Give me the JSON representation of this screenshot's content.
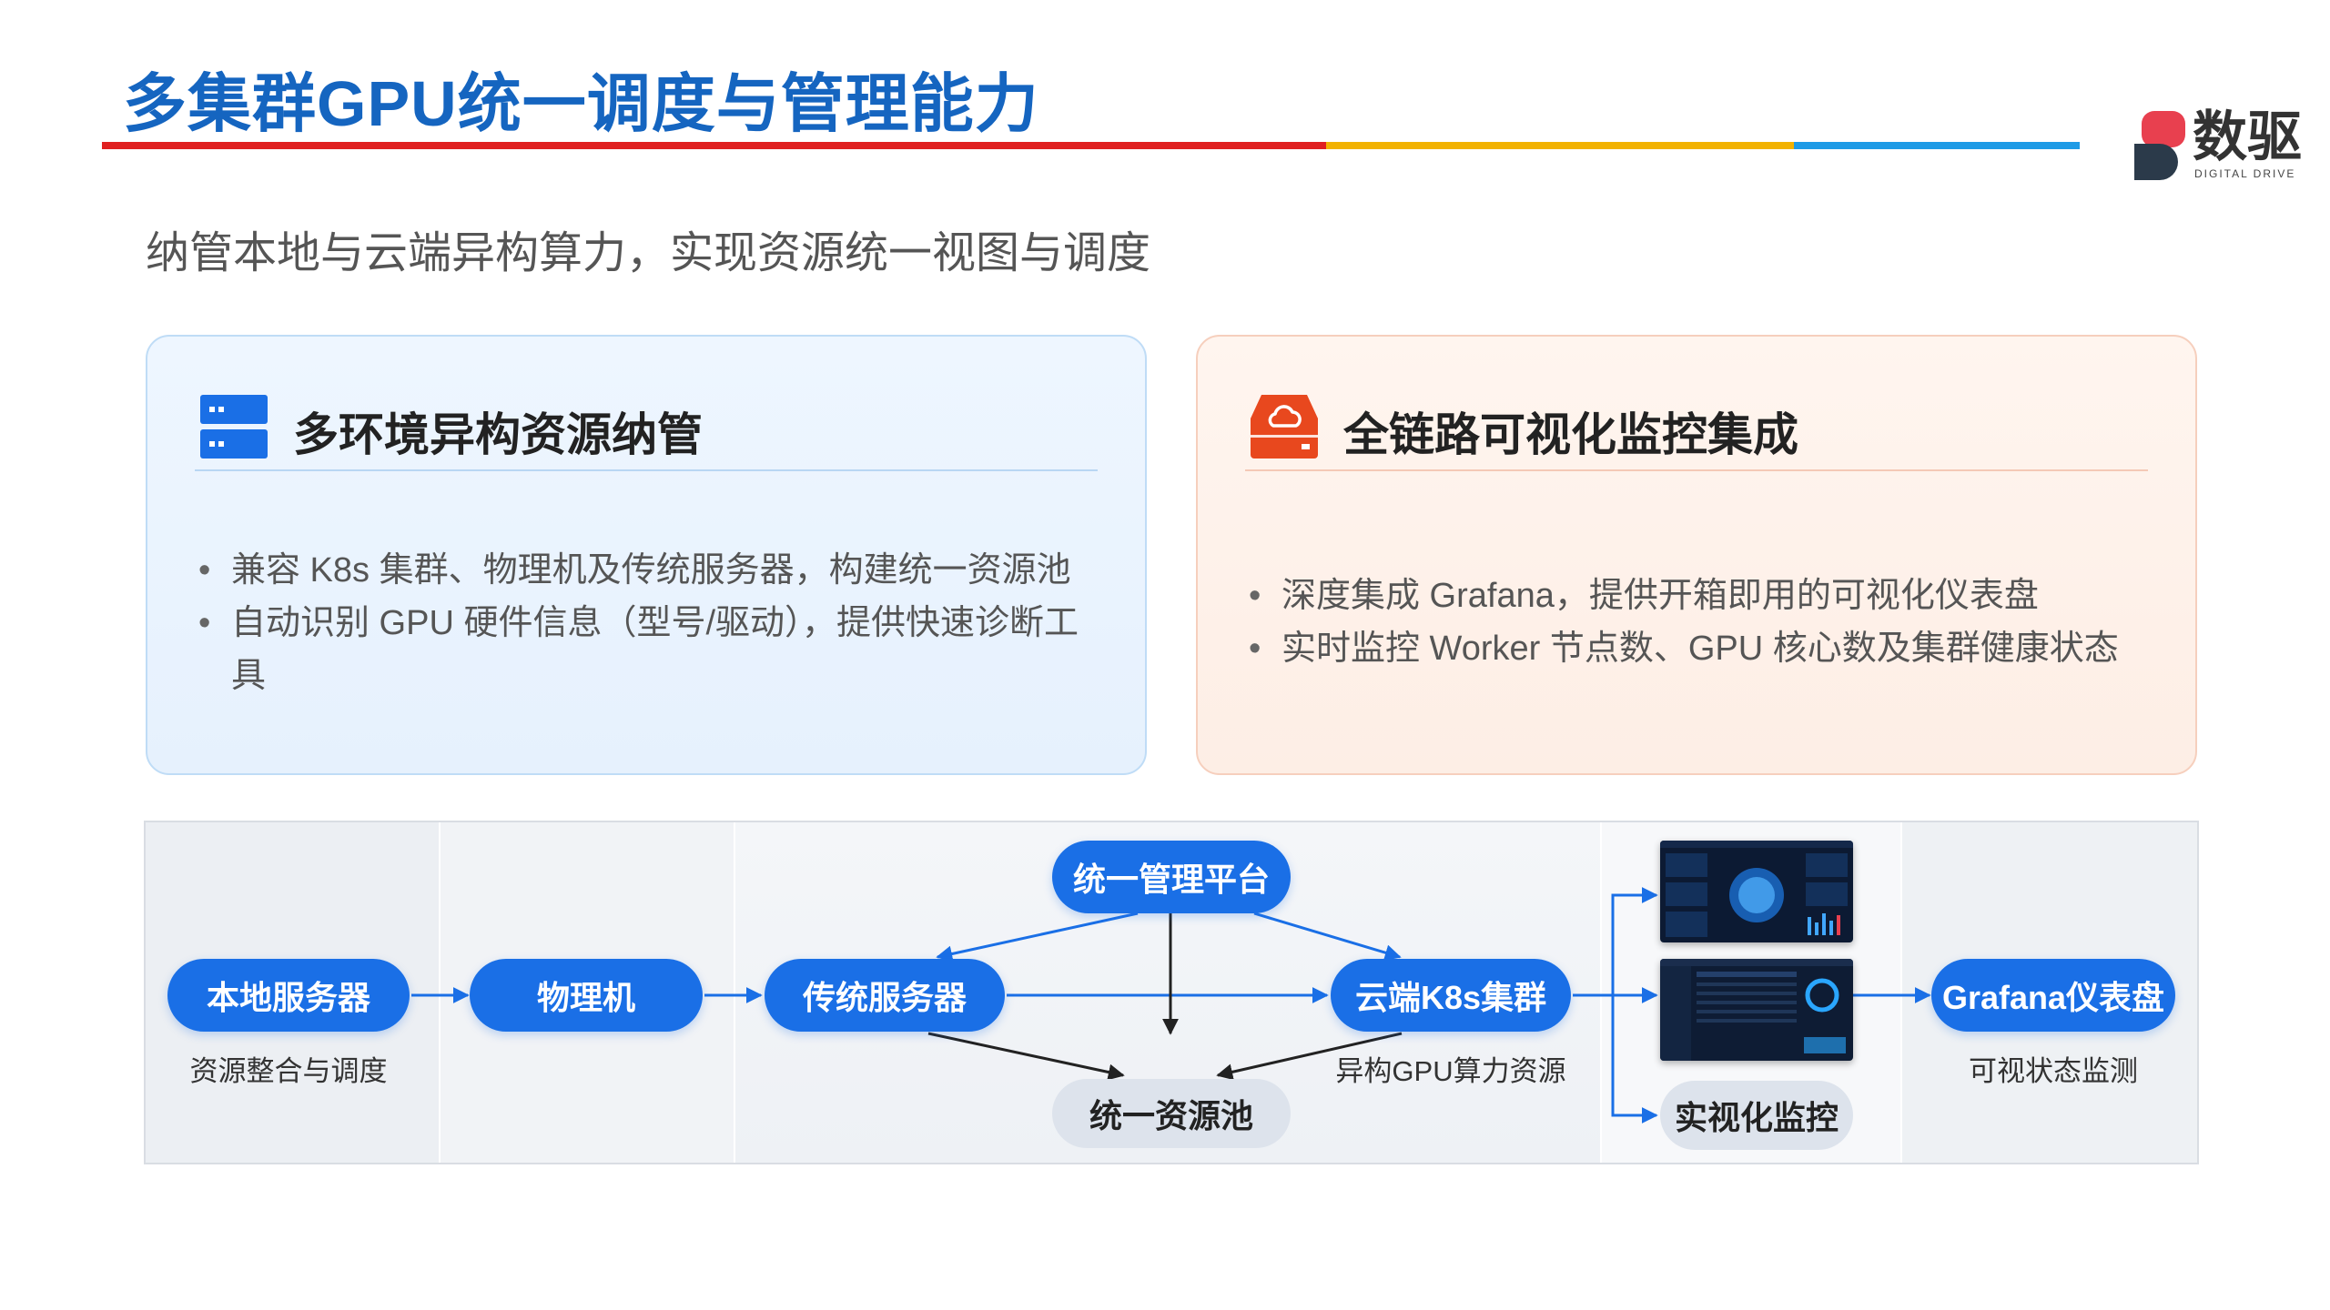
{
  "header": {
    "title": "多集群GPU统一调度与管理能力",
    "rule_colors": [
      "#e02020",
      "#f2b200",
      "#1e9be6"
    ]
  },
  "logo": {
    "text": "数驱",
    "subtext": "DIGITAL DRIVE",
    "colors": [
      "#e8404f",
      "#2b3a4a"
    ]
  },
  "subtitle": "纳管本地与云端异构算力，实现资源统一视图与调度",
  "cards": [
    {
      "icon": "server-stack-icon",
      "title": "多环境异构资源纳管",
      "accent": "#1a6fe6",
      "bullets": [
        "兼容 K8s 集群、物理机及传统服务器，构建统一资源池",
        "自动识别 GPU 硬件信息（型号/驱动），提供快速诊断工具"
      ]
    },
    {
      "icon": "cloud-storage-icon",
      "title": "全链路可视化监控集成",
      "accent": "#e8481e",
      "bullets": [
        "深度集成 Grafana，提供开箱即用的可视化仪表盘",
        "实时监控 Worker 节点数、GPU 核心数及集群健康状态"
      ]
    }
  ],
  "diagram": {
    "nodes": {
      "local_server": "本地服务器",
      "physical": "物理机",
      "traditional": "传统服务器",
      "platform": "统一管理平台",
      "cloud_k8s": "云端K8s集群",
      "pool": "统一资源池",
      "monitor": "实视化监控",
      "grafana": "Grafana仪表盘"
    },
    "captions": {
      "local_server": "资源整合与调度",
      "cloud_k8s": "异构GPU算力资源",
      "grafana": "可视状态监测"
    },
    "colors": {
      "node_blue": "#1a6fe6",
      "node_grey": "#dde3ec",
      "arrow_blue": "#1a6fe6",
      "arrow_dark": "#222222"
    }
  }
}
